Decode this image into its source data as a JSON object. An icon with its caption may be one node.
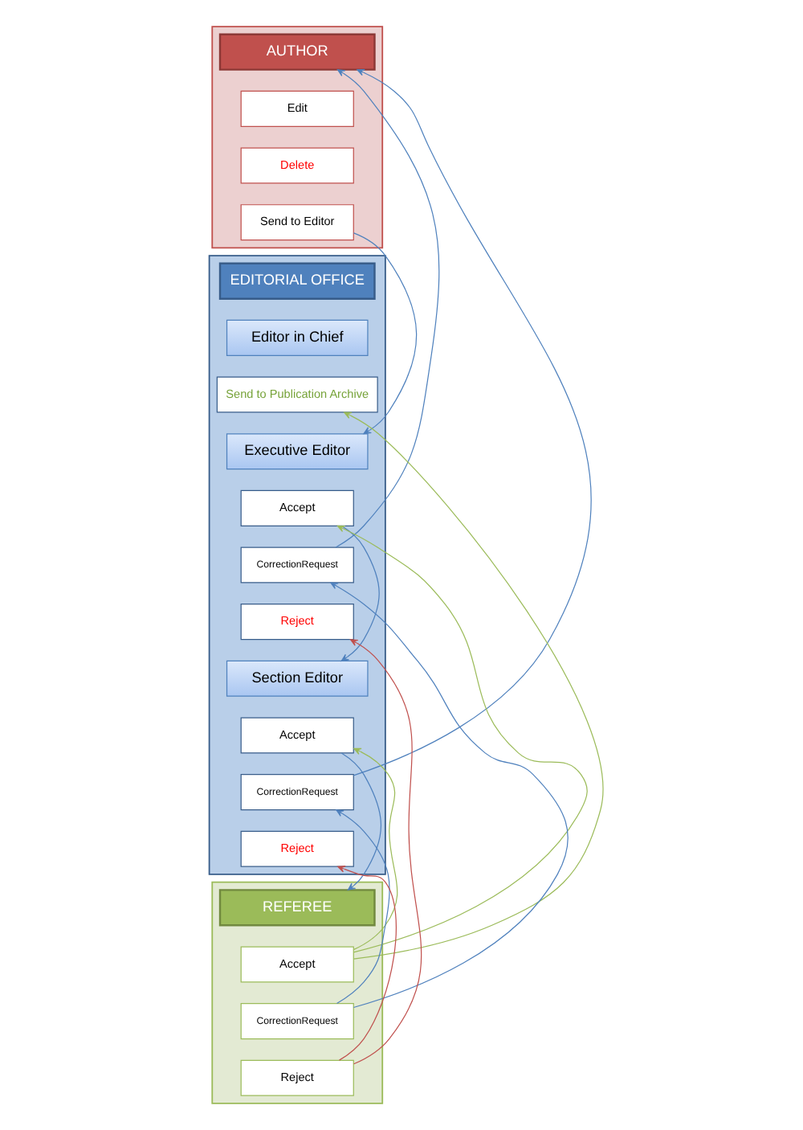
{
  "diagram": {
    "nodes": [
      {
        "text": [],
        "shape": "band"
      },
      {
        "text": [
          "AUTHOR"
        ],
        "in": 0
      },
      {
        "text": [
          "Edit"
        ],
        "in": 0
      },
      {
        "text": [
          "Delete"
        ],
        "in": 0
      },
      {
        "text": [
          "Send to Editor"
        ],
        "in": 0
      },
      {
        "text": [],
        "shape": "band"
      },
      {
        "text": [
          "EDITORIAL OFFICE"
        ],
        "in": 5
      },
      {
        "text": [
          "Editor in Chief"
        ],
        "in": 5
      },
      {
        "text": [
          "Send to Publication Archive"
        ],
        "in": 5
      },
      {
        "text": [
          "Executive Editor"
        ],
        "in": 5
      },
      {
        "text": [
          "Accept"
        ],
        "in": 5
      },
      {
        "text": [
          "CorrectionRequest"
        ],
        "in": 5
      },
      {
        "text": [
          "Reject"
        ],
        "in": 5
      },
      {
        "text": [
          "Section Editor"
        ],
        "in": 5
      },
      {
        "text": [
          "Accept"
        ],
        "in": 5
      },
      {
        "text": [
          "CorrectionRequest"
        ],
        "in": 5
      },
      {
        "text": [
          "Reject"
        ],
        "in": 5
      },
      {
        "text": [],
        "shape": "band"
      },
      {
        "text": [
          "REFEREE"
        ],
        "in": 17
      },
      {
        "text": [
          "Accept"
        ],
        "in": 17
      },
      {
        "text": [
          "CorrectionRequest"
        ],
        "in": 17
      },
      {
        "text": [
          "Reject"
        ],
        "in": 17
      }
    ],
    "edges": [
      {
        "from": 4,
        "to": 9,
        "arrow": "to"
      },
      {
        "from": 10,
        "to": 13,
        "arrow": "to"
      },
      {
        "from": 11,
        "to": 1,
        "arrow": "to"
      },
      {
        "from": 14,
        "to": 18,
        "arrow": "to"
      },
      {
        "from": 15,
        "to": 1,
        "arrow": "to"
      },
      {
        "from": 19,
        "to": 10,
        "arrow": "to",
        "color": "#9bbb59"
      },
      {
        "from": 19,
        "to": 14,
        "arrow": "to",
        "color": "#9bbb59"
      },
      {
        "from": 19,
        "to": 8,
        "arrow": "to",
        "color": "#9bbb59"
      },
      {
        "from": 20,
        "to": 11,
        "arrow": "to"
      },
      {
        "from": 20,
        "to": 15,
        "arrow": "to"
      },
      {
        "from": 21,
        "to": 12,
        "arrow": "to",
        "color": "#c0504d"
      },
      {
        "from": 21,
        "to": 16,
        "arrow": "to",
        "color": "#c0504d"
      }
    ]
  }
}
